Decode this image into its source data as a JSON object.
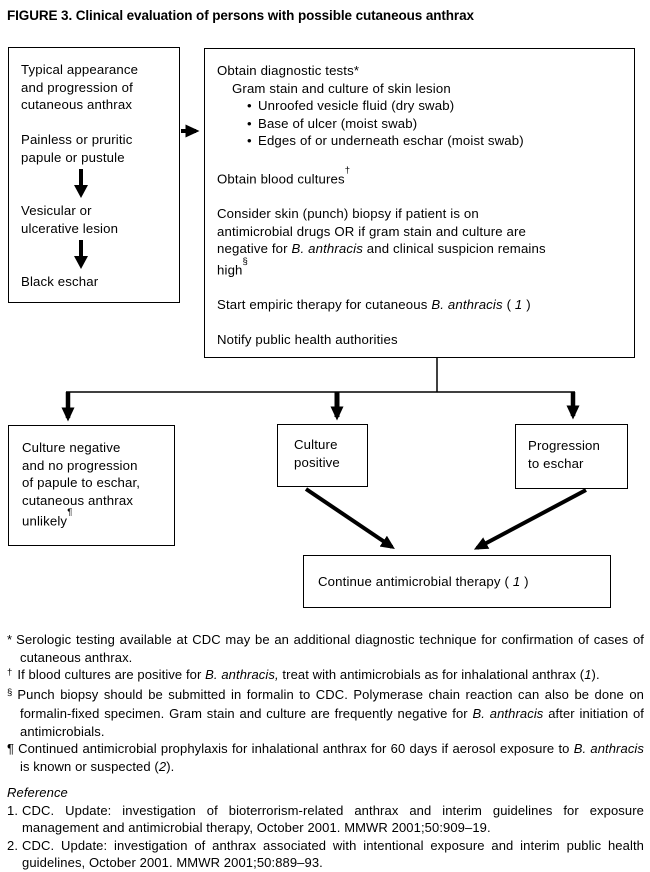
{
  "title": "FIGURE 3. Clinical evaluation of persons with possible cutaneous anthrax",
  "colors": {
    "ink": "#000000",
    "paper": "#ffffff"
  },
  "boxes": {
    "typical": {
      "p1": [
        "Typical appearance",
        "and progression of",
        "cutaneous anthrax"
      ],
      "p2": [
        "Painless or pruritic",
        "papule or pustule"
      ],
      "p3": [
        "Vesicular or",
        "ulcerative lesion"
      ],
      "p4": "Black eschar"
    },
    "main": {
      "l1": "Obtain diagnostic tests*",
      "l2": "Gram stain and culture of skin lesion",
      "bullet_char": "•",
      "bullets": [
        "Unroofed vesicle fluid (dry swab)",
        "Base of ulcer (moist swab)",
        "Edges of or underneath eschar (moist swab)"
      ],
      "l3": "Obtain blood cultures",
      "l3_sup": "†",
      "l4a": "Consider skin (punch) biopsy if patient is on",
      "l4b": "antimicrobial drugs OR if gram stain and culture are",
      "l4c1": "negative for ",
      "l4c_i": "B. anthracis",
      "l4c2": " and clinical suspicion remains",
      "l4d": "high",
      "l4d_sup": "§",
      "l5a": "Start empiric therapy for cutaneous ",
      "l5_i": "B. anthracis",
      "l5b": " ( ",
      "l5_ref": "1",
      "l5c": " )",
      "l6": "Notify public health authorities"
    },
    "culture_negative": {
      "lines": [
        "Culture negative",
        "and no progression",
        "of papule to eschar,",
        "cutaneous anthrax",
        "unlikely"
      ],
      "sup": "¶"
    },
    "culture_positive": {
      "lines": [
        "Culture",
        "positive"
      ]
    },
    "progression_eschar": {
      "lines": [
        "Progression",
        "to eschar"
      ]
    },
    "continue_therapy": {
      "a": "Continue antimicrobial therapy ( ",
      "ref": "1",
      "b": " )"
    }
  },
  "footnotes": [
    {
      "marker": "*",
      "t1": "Serologic testing available at CDC may be an additional diagnostic technique for confirmation of cases of cutaneous anthrax.",
      "i1": "",
      "t2": "",
      "i2": "",
      "t3": ""
    },
    {
      "marker": "†",
      "t1": "If blood cultures are positive for ",
      "i1": "B. anthracis,",
      "t2": " treat with antimicrobials as for inhalational anthrax (",
      "i2": "1",
      "t3": ")."
    },
    {
      "marker": "§",
      "t1": "Punch biopsy should be submitted in formalin to CDC. Polymerase chain reaction can also be done on formalin-fixed specimen. Gram stain and culture are frequently negative for ",
      "i1": "B. anthracis",
      "t2": " after initiation of antimicrobials.",
      "i2": "",
      "t3": ""
    },
    {
      "marker": "¶",
      "t1": "Continued antimicrobial prophylaxis for inhalational anthrax for 60 days if aerosol exposure to ",
      "i1": "B. anthracis",
      "t2": " is known or suspected (",
      "i2": "2",
      "t3": ")."
    }
  ],
  "references": {
    "heading": "Reference",
    "items": [
      {
        "num": "1.",
        "text": "CDC. Update: investigation of bioterrorism-related anthrax and interim guidelines for exposure management and antimicrobial therapy, October 2001. MMWR 2001;50:909–19."
      },
      {
        "num": "2.",
        "text": "CDC. Update: investigation of anthrax associated with intentional exposure and interim public health guidelines, October 2001. MMWR 2001;50:889–93."
      }
    ]
  }
}
